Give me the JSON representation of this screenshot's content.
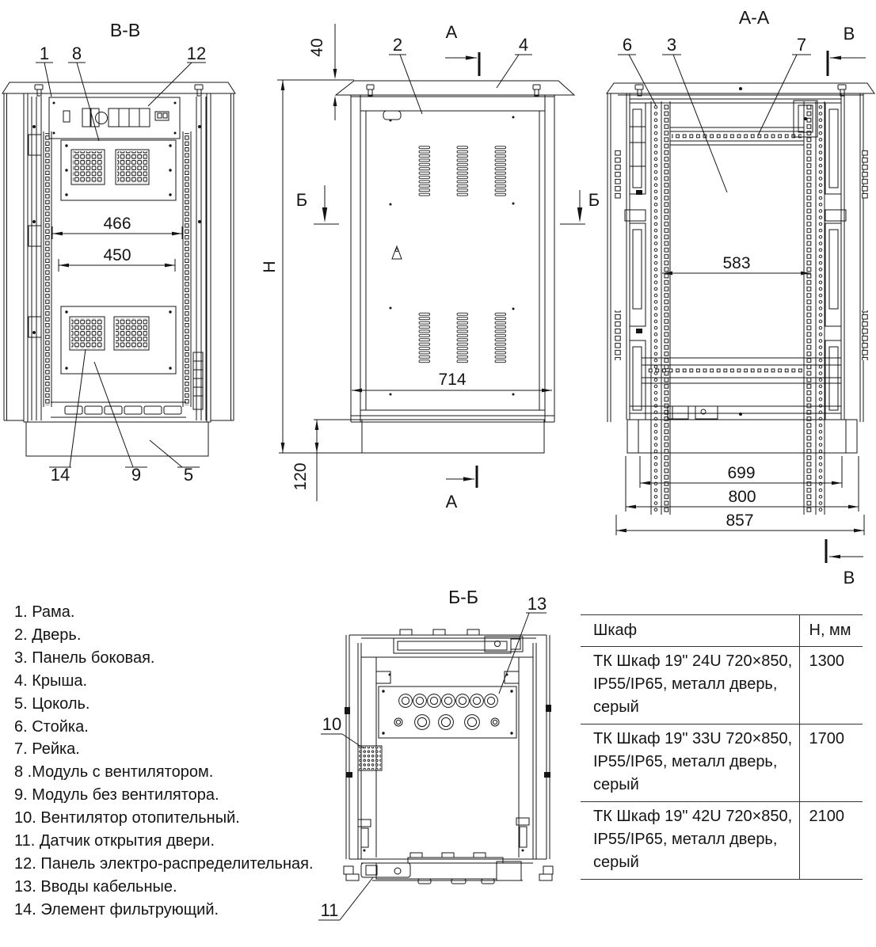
{
  "drawing": {
    "views": {
      "front": {
        "title": "В-В",
        "callout_1": "1",
        "callout_8": "8",
        "callout_12": "12",
        "callout_14": "14",
        "callout_9": "9",
        "callout_5": "5",
        "dim_466": "466",
        "dim_450": "450"
      },
      "side": {
        "callout_2": "2",
        "callout_4": "4",
        "dim_40": "40",
        "dim_height": "Н",
        "dim_120": "120",
        "dim_714": "714",
        "section_a": "А",
        "section_b": "Б"
      },
      "aa": {
        "title": "А-А",
        "callout_6": "6",
        "callout_3": "3",
        "callout_7": "7",
        "dim_583": "583",
        "dim_699": "699",
        "dim_800": "800",
        "dim_857": "857",
        "section_v": "В"
      },
      "bb": {
        "title": "Б-Б",
        "callout_13": "13",
        "callout_10": "10",
        "callout_11": "11"
      }
    }
  },
  "legend": {
    "items": [
      "1. Рама.",
      "2. Дверь.",
      "3. Панель боковая.",
      "4. Крыша.",
      "5. Цоколь.",
      "6. Стойка.",
      "7. Рейка.",
      "8 .Модуль с вентилятором.",
      "9. Модуль без вентилятора.",
      "10. Вентилятор отопительный.",
      "11. Датчик открытия двери.",
      "12. Панель электро-распределительная.",
      "13. Вводы кабельные.",
      "14. Элемент фильтрующий."
    ]
  },
  "spec_table": {
    "col_cabinet": "Шкаф",
    "col_height": "Н, мм",
    "rows": [
      {
        "cabinet": "ТК Шкаф 19\" 24U 720×850, IP55/IP65, металл дверь, серый",
        "height": "1300"
      },
      {
        "cabinet": "ТК Шкаф 19\" 33U 720×850, IP55/IP65, металл дверь, серый",
        "height": "1700"
      },
      {
        "cabinet": "ТК Шкаф 19\" 42U 720×850, IP55/IP65, металл дверь, серый",
        "height": "2100"
      }
    ]
  },
  "colors": {
    "ink": "#141414",
    "background": "#ffffff"
  }
}
